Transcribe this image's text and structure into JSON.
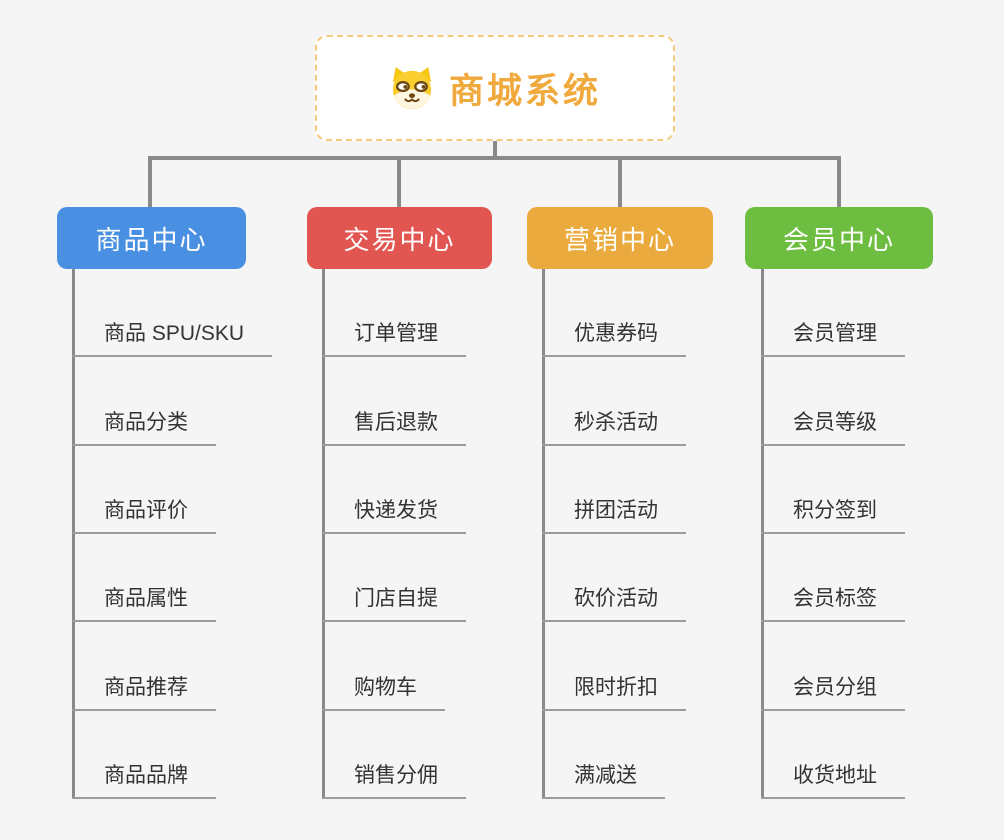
{
  "root": {
    "title": "商城系统",
    "icon": "dog-face-icon",
    "title_color": "#F0A93C",
    "border_color": "#F5C97E"
  },
  "connector_color": "#8A8A8A",
  "underline_color": "#9C9C9C",
  "leaf_text_color": "#333333",
  "branches": [
    {
      "label": "商品中心",
      "color": "#4A90E2",
      "items": [
        "商品 SPU/SKU",
        "商品分类",
        "商品评价",
        "商品属性",
        "商品推荐",
        "商品品牌"
      ]
    },
    {
      "label": "交易中心",
      "color": "#E25652",
      "items": [
        "订单管理",
        "售后退款",
        "快递发货",
        "门店自提",
        "购物车",
        "销售分佣"
      ]
    },
    {
      "label": "营销中心",
      "color": "#EBAA3D",
      "items": [
        "优惠券码",
        "秒杀活动",
        "拼团活动",
        "砍价活动",
        "限时折扣",
        "满减送"
      ]
    },
    {
      "label": "会员中心",
      "color": "#6DBE40",
      "items": [
        "会员管理",
        "会员等级",
        "积分签到",
        "会员标签",
        "会员分组",
        "收货地址"
      ]
    }
  ]
}
